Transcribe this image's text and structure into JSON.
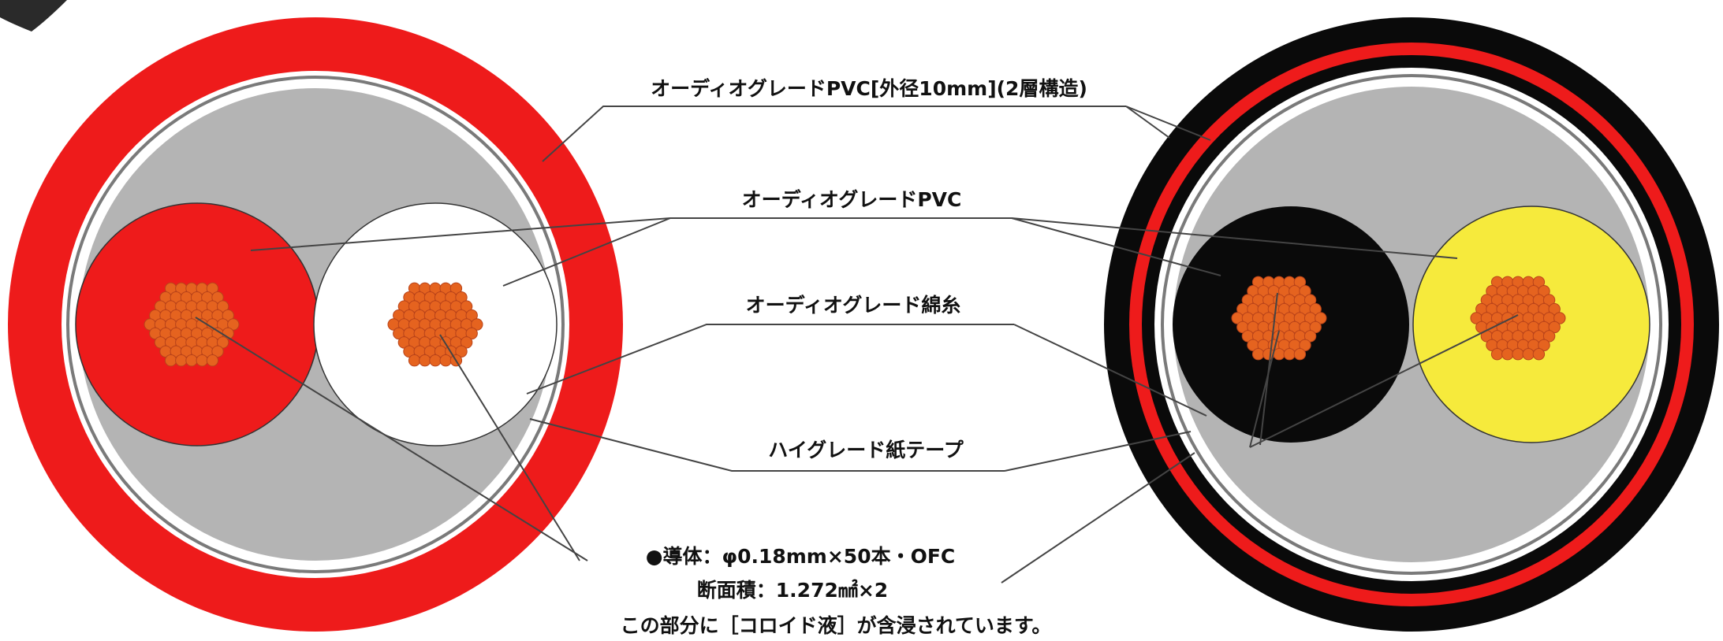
{
  "labels": {
    "outer_jacket": "オーディオグレードPVC[外径10mm](2層構造)",
    "inner_insulation": "オーディオグレードPVC",
    "cotton_filler": "オーディオグレード綿糸",
    "paper_tape": "ハイグレード紙テープ",
    "conductor": "●導体：φ0.18mm×50本・OFC",
    "cross_section": "断面積：1.272㎟×2",
    "colloid_note": "この部分に［コロイド液］が含浸されています。"
  },
  "colors": {
    "red": "#ee1b1b",
    "black": "#0a0a0a",
    "gray_filler": "#b4b4b4",
    "white": "#ffffff",
    "yellow": "#f6ea3c",
    "copper": "#e5631f",
    "leader_line": "#444444"
  },
  "strand_count": 50
}
